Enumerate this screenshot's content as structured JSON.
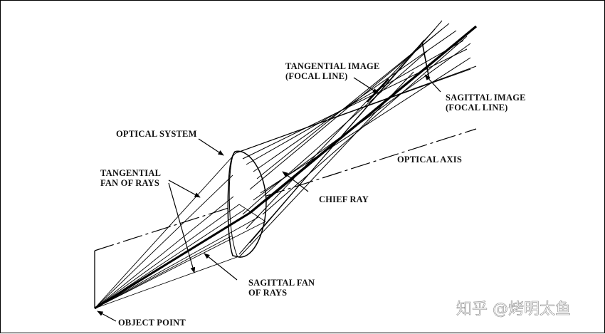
{
  "labels": {
    "tangential_image_1": "TANGENTIAL IMAGE",
    "tangential_image_2": "(FOCAL LINE)",
    "sagittal_image_1": "SAGITTAL IMAGE",
    "sagittal_image_2": "(FOCAL LINE)",
    "optical_system": "OPTICAL SYSTEM",
    "tangential_fan_1": "TANGENTIAL",
    "tangential_fan_2": "FAN OF RAYS",
    "optical_axis": "OPTICAL AXIS",
    "chief_ray": "CHIEF RAY",
    "sagittal_fan_1": "SAGITTAL FAN",
    "sagittal_fan_2": "OF RAYS",
    "object_point": "OBJECT POINT"
  },
  "watermark": "知乎 @烤明太鱼"
}
